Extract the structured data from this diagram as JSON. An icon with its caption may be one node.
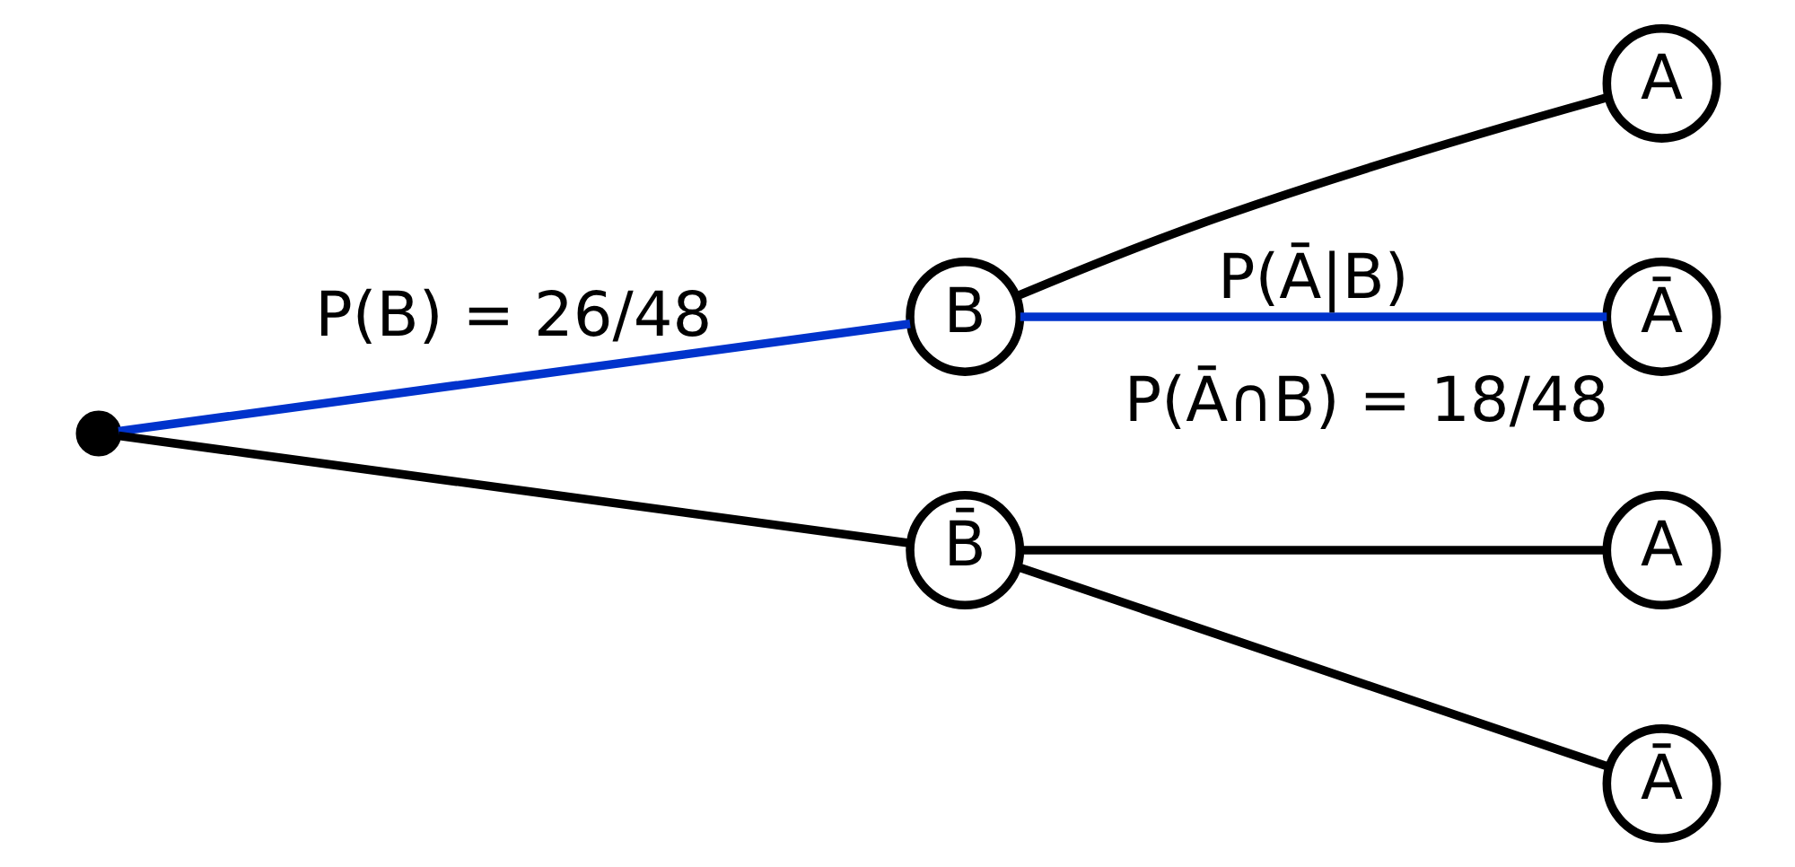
{
  "diagram": {
    "nodes": [
      {
        "text": [],
        "shape": "circle"
      },
      {
        "text": [
          "B"
        ]
      },
      {
        "text": [
          "A"
        ]
      },
      {
        "text": [
          "Ā"
        ],
        "beside": [
          "P(Ā∩B) = 18/48"
        ]
      },
      {
        "text": [
          "B̄"
        ]
      },
      {
        "text": [
          "A"
        ]
      },
      {
        "text": [
          "Ā"
        ]
      }
    ],
    "edges": [
      {
        "from": 0,
        "to": 1,
        "arrow": "none",
        "label": "P(B) = 26/48",
        "color": "#0033cc"
      },
      {
        "from": 1,
        "to": 2,
        "arrow": "none"
      },
      {
        "from": 1,
        "to": 3,
        "arrow": "none",
        "label": "P(Ā|B)",
        "color": "#0033cc"
      },
      {
        "from": 0,
        "to": 4,
        "arrow": "none"
      },
      {
        "from": 4,
        "to": 5,
        "arrow": "none"
      },
      {
        "from": 4,
        "to": 6,
        "arrow": "none"
      }
    ]
  }
}
